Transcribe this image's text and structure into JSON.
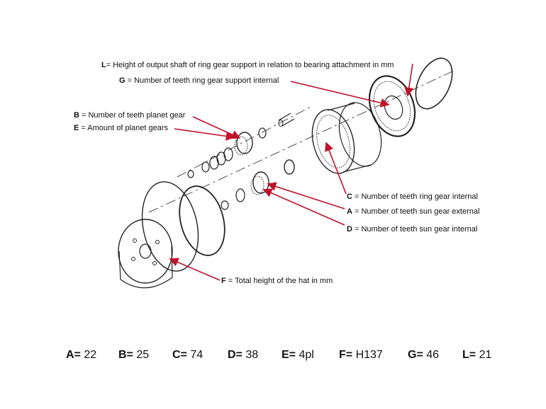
{
  "labels": {
    "L": {
      "key": "L",
      "text": "= Height of output shaft of ring gear support in relation to bearing attachment in mm"
    },
    "G": {
      "key": "G",
      "text": " = Number of teeth ring gear support internal"
    },
    "B": {
      "key": "B",
      "text": " = Number of teeth planet gear"
    },
    "E": {
      "key": "E",
      "text": " = Amount of planet gears"
    },
    "C": {
      "key": "C",
      "text": " = Number of teeth ring gear internal"
    },
    "A": {
      "key": "A",
      "text": " = Number of teeth sun gear external"
    },
    "D": {
      "key": "D",
      "text": " = Number of teeth sun gear internal"
    },
    "F": {
      "key": "F",
      "text": " = Total height of the hat in mm"
    }
  },
  "values": [
    {
      "key": "A=",
      "value": " 22"
    },
    {
      "key": "B=",
      "value": " 25"
    },
    {
      "key": "C=",
      "value": " 74"
    },
    {
      "key": "D=",
      "value": " 38"
    },
    {
      "key": "E=",
      "value": " 4pl"
    },
    {
      "key": "F=",
      "value": " H137"
    },
    {
      "key": "G=",
      "value": " 46"
    },
    {
      "key": "L=",
      "value": " 21"
    }
  ],
  "colors": {
    "accent": "#c0102a",
    "line": "#222222"
  }
}
